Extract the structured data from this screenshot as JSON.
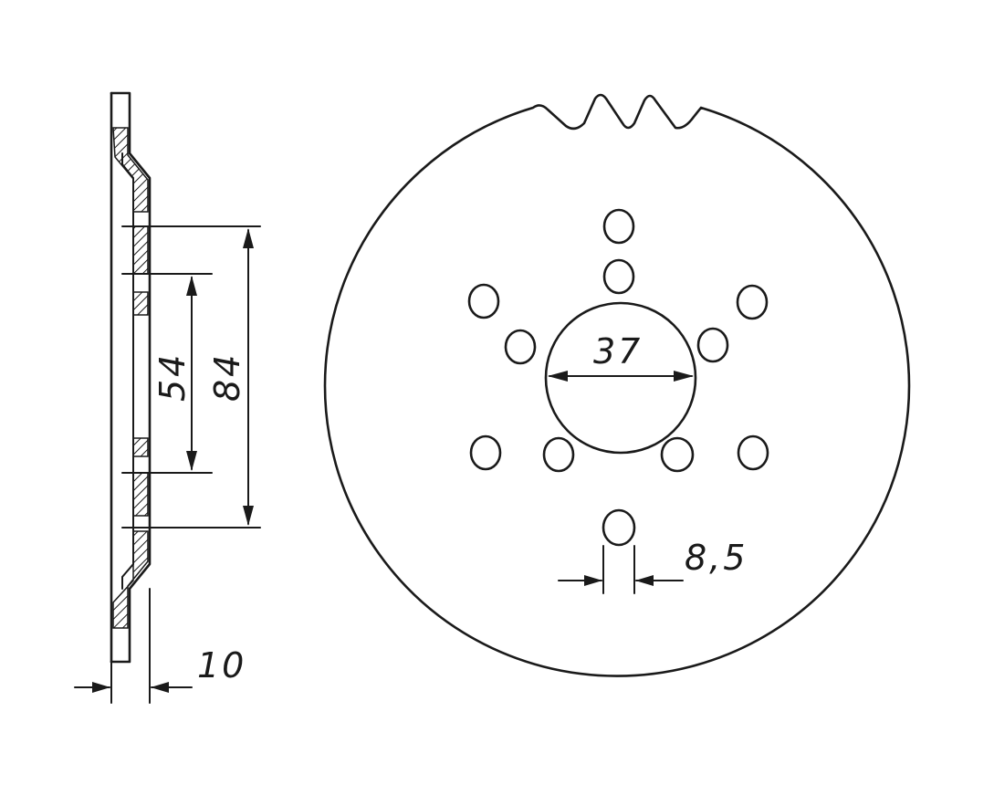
{
  "dimensions": {
    "thickness": "10",
    "inner_bolt_circle": "54",
    "outer_bolt_circle": "84",
    "center_bore": "37",
    "hole_diameter": "8,5"
  },
  "colors": {
    "ink": "#1a1a1a",
    "paper": "#ffffff"
  }
}
